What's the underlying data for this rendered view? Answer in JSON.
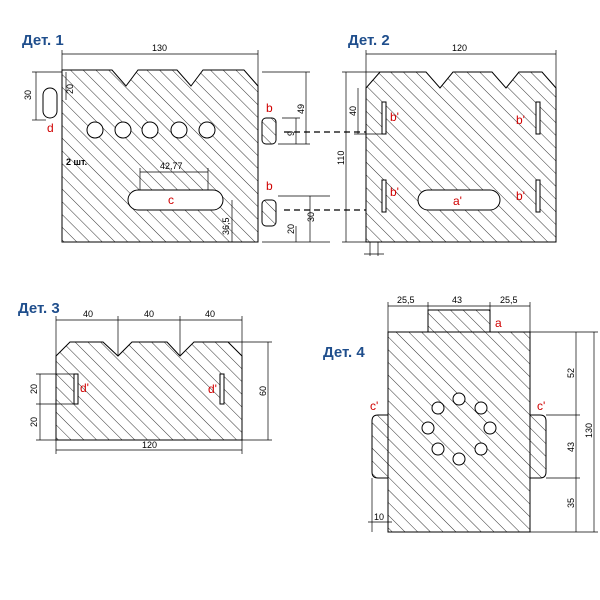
{
  "titles": {
    "det1": "Дет. 1",
    "det2": "Дет. 2",
    "det3": "Дет. 3",
    "det4": "Дет. 4"
  },
  "det1": {
    "w_total": "130",
    "h_slot": "30",
    "h_20": "20",
    "h_49": "49",
    "h_9": "9",
    "h_20b": "20",
    "h_30": "30",
    "slot_len": "42,77",
    "v_36_5": "36,5",
    "qty": "2 шт.",
    "lbl_d": "d",
    "lbl_b1": "b",
    "lbl_b2": "b",
    "lbl_c": "c"
  },
  "det2": {
    "w_total": "120",
    "h_40": "40",
    "h_110": "110",
    "lbl_a": "a'",
    "lbl_b1": "b'",
    "lbl_b2": "b'",
    "lbl_b3": "b'",
    "lbl_b4": "b'"
  },
  "det3": {
    "w_40a": "40",
    "w_40b": "40",
    "w_40c": "40",
    "w_120": "120",
    "h_60": "60",
    "h_20a": "20",
    "h_20b": "20",
    "lbl_d1": "d'",
    "lbl_d2": "d'"
  },
  "det4": {
    "w_25a": "25,5",
    "w_43": "43",
    "w_25b": "25,5",
    "h_52": "52",
    "h_43": "43",
    "h_35": "35",
    "h_130": "130",
    "w_10": "10",
    "lbl_a": "a",
    "lbl_c1": "c'",
    "lbl_c2": "c'"
  },
  "colors": {
    "title": "#1f4e8c",
    "label": "#d00000",
    "line": "#000000"
  }
}
